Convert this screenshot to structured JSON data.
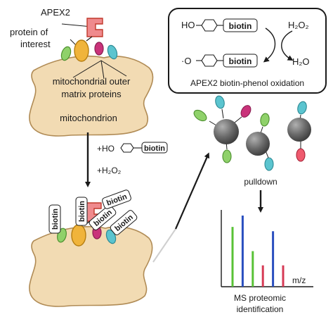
{
  "labels": {
    "apex2": "APEX2",
    "protein_line1": "protein of",
    "protein_line2": "interest",
    "matrix_line1": "mitochondrial outer",
    "matrix_line2": "matrix proteins",
    "mitochondrion": "mitochondrion",
    "step_ho": "+HO",
    "step_h2o2": "+H₂O₂",
    "biotin": "biotin",
    "reaction_ho": "HO",
    "reaction_radical": "·O",
    "h2o2": "H₂O₂",
    "h2o": "H₂O",
    "reaction_caption": "APEX2 biotin-phenol oxidation",
    "pulldown": "pulldown",
    "mz": "m/z",
    "ms_line1": "MS proteomic",
    "ms_line2": "identification"
  },
  "colors": {
    "membrane": "#f2dbb3",
    "membrane_stroke": "#b08b55",
    "apex2": "#ef8a8d",
    "apex2_stroke": "#c0392b",
    "poi": "#f0b43b",
    "green": "#8fd16a",
    "teal": "#5bc4cf",
    "magenta": "#c9327a",
    "bead": "#6a6a6a"
  },
  "spectrum": {
    "xlabel": "m/z",
    "peaks": [
      {
        "color": "green",
        "height": 0.84
      },
      {
        "color": "blue",
        "height": 1.0
      },
      {
        "color": "green",
        "height": 0.5
      },
      {
        "color": "red",
        "height": 0.3
      },
      {
        "color": "blue",
        "height": 0.78
      },
      {
        "color": "red",
        "height": 0.3
      }
    ]
  }
}
